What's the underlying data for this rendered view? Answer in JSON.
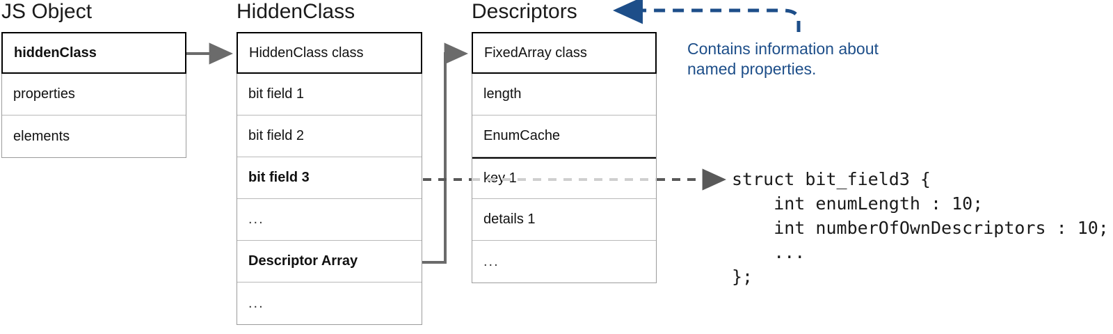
{
  "diagram": {
    "title_js_object": "JS Object",
    "title_hidden_class": "HiddenClass",
    "title_descriptors": "Descriptors",
    "colors": {
      "annotation_blue": "#1d4e89",
      "connector_gray": "#6b6b6b",
      "dashed_light_gray": "#cfcfcf",
      "box_border": "#9b9b9b",
      "header_border": "#000000"
    }
  },
  "js_object": {
    "rows": [
      {
        "label": "hiddenClass",
        "bold": true,
        "header": true
      },
      {
        "label": "properties",
        "bold": false,
        "header": false
      },
      {
        "label": "elements",
        "bold": false,
        "header": false
      }
    ]
  },
  "hidden_class": {
    "rows": [
      {
        "label": "HiddenClass class",
        "bold": false,
        "header": true
      },
      {
        "label": "bit field 1",
        "bold": false,
        "header": false
      },
      {
        "label": "bit field 2",
        "bold": false,
        "header": false
      },
      {
        "label": "bit field 3",
        "bold": true,
        "header": false
      },
      {
        "label": "...",
        "bold": false,
        "header": false
      },
      {
        "label": "Descriptor Array",
        "bold": true,
        "header": false
      },
      {
        "label": "...",
        "bold": false,
        "header": false
      }
    ]
  },
  "descriptors": {
    "rows": [
      {
        "label": "FixedArray class",
        "bold": false,
        "header": true
      },
      {
        "label": "length",
        "bold": false,
        "header": false
      },
      {
        "label": "EnumCache",
        "bold": false,
        "header": false
      },
      {
        "label": "key 1",
        "bold": false,
        "header": false,
        "strong_top": true
      },
      {
        "label": "details 1",
        "bold": false,
        "header": false
      },
      {
        "label": "...",
        "bold": false,
        "header": false
      }
    ]
  },
  "annotation": {
    "text": "Contains information about\nnamed properties."
  },
  "code": {
    "lines": [
      "struct bit_field3 {",
      "    int enumLength : 10;",
      "    int numberOfOwnDescriptors : 10;",
      "    ...",
      "};"
    ],
    "text": "struct bit_field3 {\n    int enumLength : 10;\n    int numberOfOwnDescriptors : 10;\n    ...\n};"
  }
}
